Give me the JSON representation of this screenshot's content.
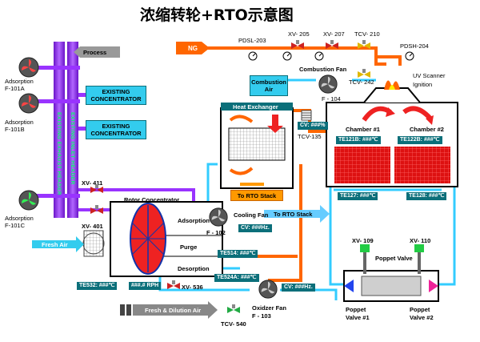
{
  "title": "浓缩转轮+RTO示意图",
  "labels": {
    "pdsl": "PDSL-203",
    "xv205": "XV- 205",
    "xv207": "XV- 207",
    "tcv210": "TCV- 210",
    "pdsh": "PDSH-204",
    "ng": "NG",
    "combustion_fan": "Combustion Fan",
    "tcv242": "TCV- 242",
    "uv_scanner": "UV Scanner",
    "ignition": "Ignition",
    "combustion_air": "Combustion Air",
    "f104": "F - 104",
    "heat_exchanger": "Heat Exchanger",
    "tcv135": "TCV-135",
    "chamber1": "Chamber #1",
    "chamber2": "Chamber #2",
    "to_rto_stack_1": "To RTO Stack",
    "to_rto_stack_2": "To RTO Stack",
    "xv411": "XV- 411",
    "xv401": "XV- 401",
    "rotor_concentrator": "Rotor Concentrator",
    "adsorption": "Adsorption",
    "purge": "Purge",
    "desorption": "Desorption",
    "cooling_fan": "Cooling Fan",
    "f102": "F - 102",
    "fresh_air": "Fresh Air",
    "xv536": "XV- 536",
    "fresh_dilution_air": "Fresh & Dilution Air",
    "oxidizer_fan": "Oxidzer Fan",
    "f103": "F - 103",
    "tcv540": "TCV- 540",
    "xv109": "XV- 109",
    "xv110": "XV- 110",
    "poppet_valve": "Poppet Valve",
    "poppet_valve_1": "Poppet\nValve #1",
    "poppet_valve_2": "Poppet\nValve #2",
    "process": "Process",
    "existing_concentrator_1": "EXISTING\nCONCENTRATOR",
    "existing_concentrator_2": "EXISTING\nCONCENTRATOR",
    "exhaust_header_1": "EXISTING EXHAUST HEADER",
    "exhaust_header_2": "EXISTING INLET HEADER",
    "adsorption_f101a": "Adsorption\nF-101A",
    "adsorption_f101b": "Adsorption\nF-101B",
    "adsorption_f101c": "Adsorption\nF-101C"
  },
  "tags": {
    "cv_135": "CV: ###%",
    "te121b": "TE121B: ###℃",
    "te122b": "TE122B: ###℃",
    "te127": "TE127: ###℃",
    "te128": "TE128: ###℃",
    "cv_102": "CV: ###Hz.",
    "te514": "TE514: ###℃",
    "te524a": "TE524A: ###℃",
    "te532": "TE532: ###℃",
    "rph": "###.# RPH",
    "cv_103": "CV: ###Hz."
  },
  "colors": {
    "purple": "#9933ff",
    "orange": "#ff6600",
    "cyan": "#33ccff",
    "chamber_red": "#ee2222",
    "tag_teal": "#0b6f7a",
    "box_cyan": "#33ccee"
  }
}
